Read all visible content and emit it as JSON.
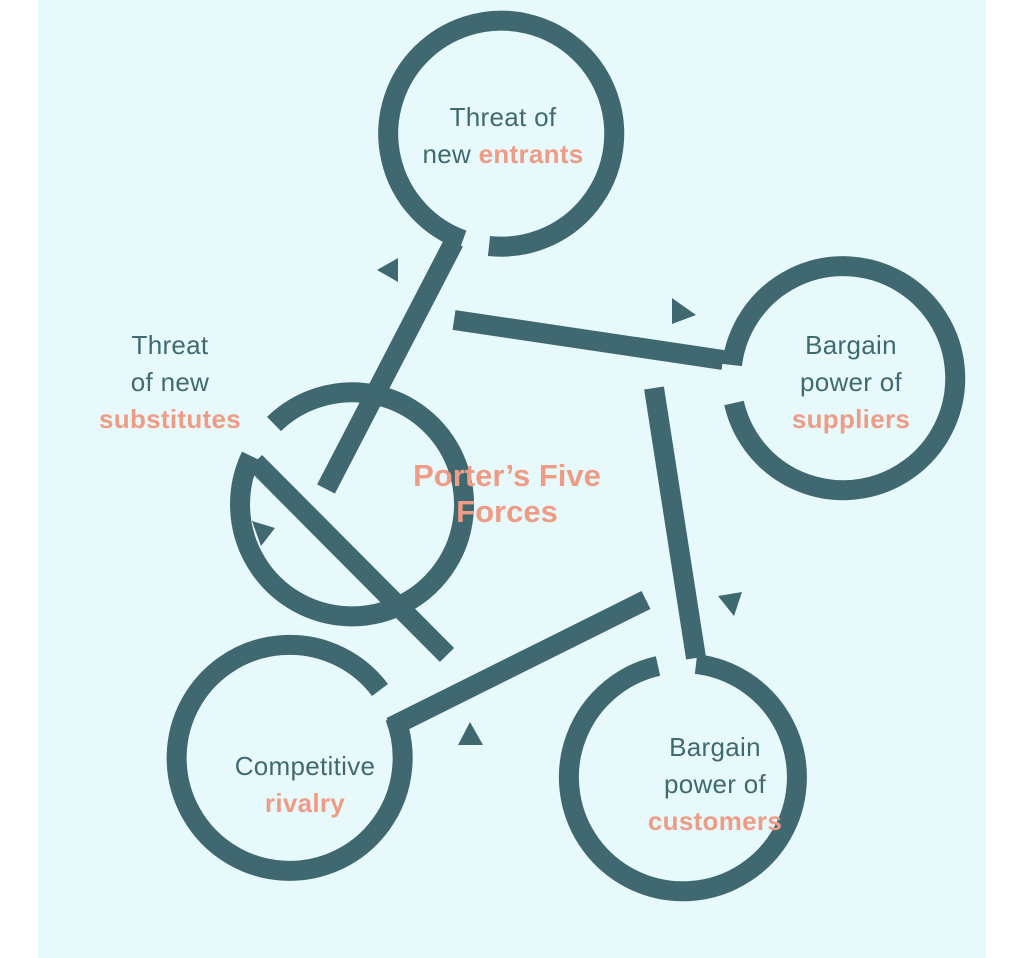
{
  "diagram": {
    "title_line1": "Porter’s Five",
    "title_line2": "Forces",
    "colors": {
      "background": "#e8f9fb",
      "ring": "#406870",
      "text": "#3e6a70",
      "accent": "#ee9c86"
    },
    "forces": [
      {
        "id": "new-entrants",
        "line1": "Threat of",
        "line2_plain": "new ",
        "line2_accent": "entrants"
      },
      {
        "id": "suppliers",
        "line1": "Bargain",
        "line2": "power of",
        "line3_accent": "suppliers"
      },
      {
        "id": "customers",
        "line1": "Bargain",
        "line2": "power of",
        "line3_accent": "customers"
      },
      {
        "id": "rivalry",
        "line1": "Competitive",
        "line2_accent": "rivalry"
      },
      {
        "id": "substitutes",
        "line1": "Threat",
        "line2": "of new",
        "line3_accent": "substitutes"
      }
    ]
  }
}
